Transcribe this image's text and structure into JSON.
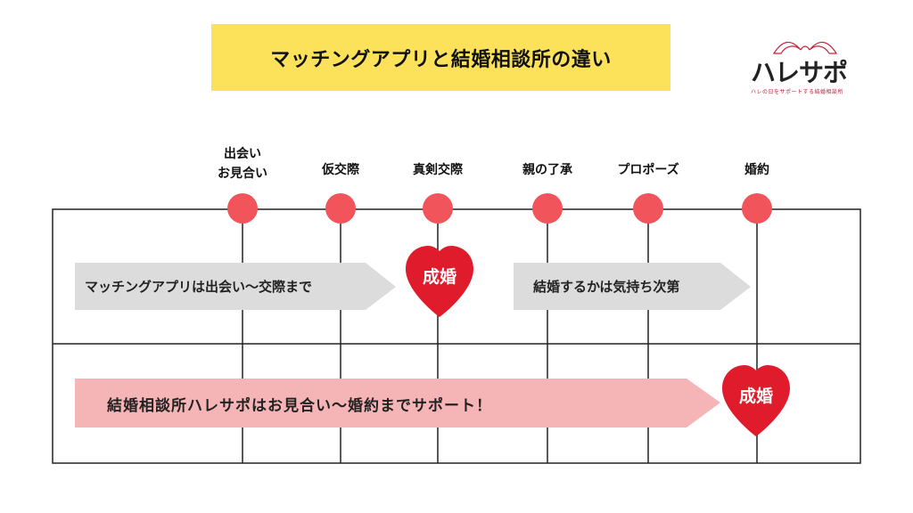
{
  "title": "マッチングアプリと結婚相談所の違い",
  "logo": {
    "name": "ハレサポ",
    "tagline": "ハレの日をサポートする結婚相談所",
    "accent": "#c8233c"
  },
  "stages": [
    "出会い\nお見合い",
    "仮交際",
    "真剣交際",
    "親の了承",
    "プロポーズ",
    "婚約"
  ],
  "rows": [
    {
      "arrow1": "マッチングアプリは出会い～交際まで",
      "marriage": "成婚",
      "arrow2": "結婚するかは気持ち次第"
    },
    {
      "arrow1": "結婚相談所ハレサポはお見合い～婚約までサポート！",
      "marriage": "成婚"
    }
  ],
  "colors": {
    "title_bg": "#fce25a",
    "dot": "#f2545b",
    "heart": "#e01b2b",
    "arrow_gray": "#dcdcdc",
    "arrow_pink": "#f5b4b6"
  }
}
